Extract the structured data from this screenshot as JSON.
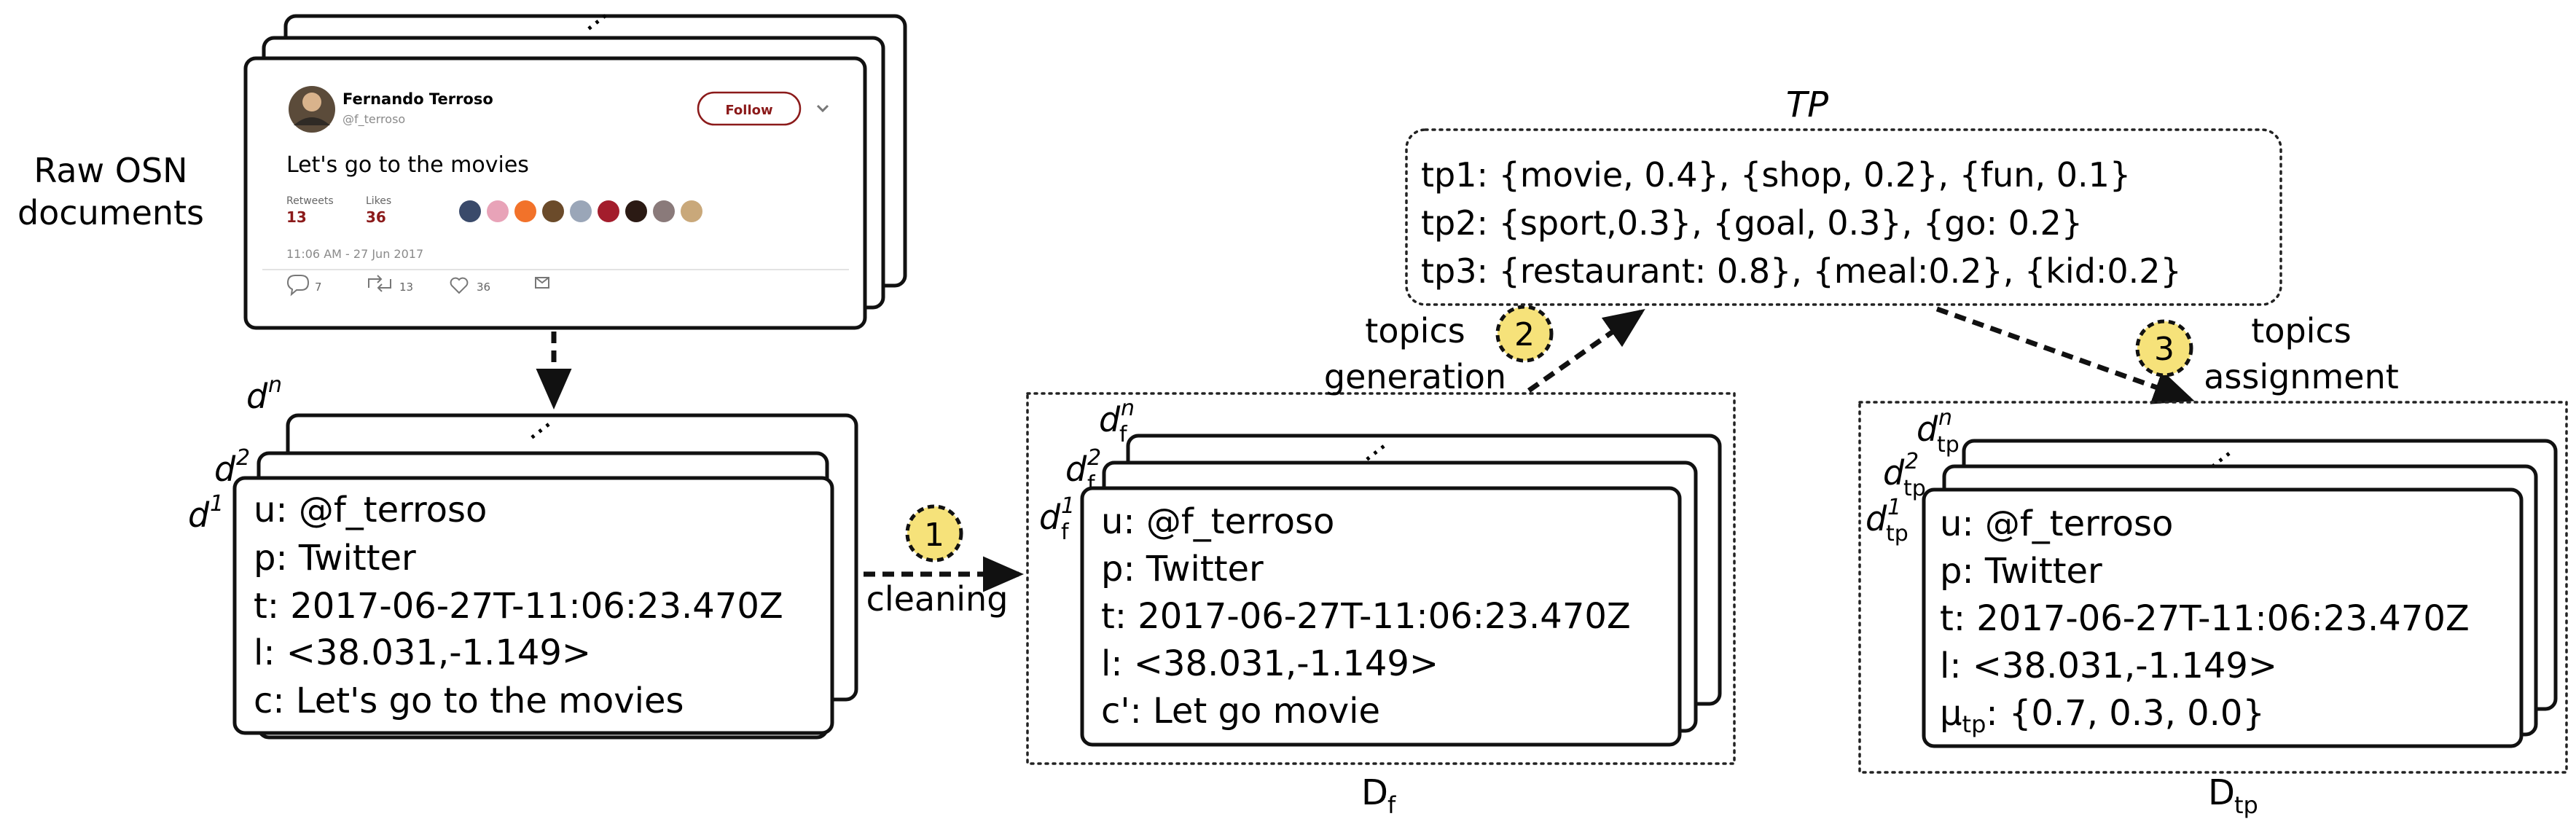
{
  "left": {
    "raw_label_1": "Raw OSN",
    "raw_label_2": "documents",
    "tweet": {
      "name": "Fernando Terroso",
      "handle": "@f_terroso",
      "follow_label": "Follow",
      "text": "Let's go to the movies",
      "retweets_label": "Retweets",
      "retweets_count": "13",
      "likes_label": "Likes",
      "likes_count": "36",
      "timestamp": "11:06 AM - 27 Jun 2017",
      "reply_count": "7",
      "retweet_action_count": "13",
      "like_action_count": "36"
    },
    "labels": {
      "dn": "d",
      "dn_sup": "n",
      "d2": "d",
      "d2_sup": "2",
      "d1": "d",
      "d1_sup": "1"
    },
    "doc": {
      "u": "u: @f_terroso",
      "p": "p: Twitter",
      "t": "t: 2017-06-27T-11:06:23.470Z",
      "l": "l: <38.031,-1.149>",
      "c": "c: Let's go to the movies"
    }
  },
  "steps": {
    "s1_number": "1",
    "s1_label": "cleaning",
    "s2_number": "2",
    "s2_label_1": "topics",
    "s2_label_2": "generation",
    "s3_number": "3",
    "s3_label_1": "topics",
    "s3_label_2": "assignment"
  },
  "middle": {
    "labels": {
      "dn": "d",
      "dn_sup": "n",
      "dn_sub": "f",
      "d2": "d",
      "d2_sup": "2",
      "d2_sub": "f",
      "d1": "d",
      "d1_sup": "1",
      "d1_sub": "f"
    },
    "doc": {
      "u": "u: @f_terroso",
      "p": "p: Twitter",
      "t": "t: 2017-06-27T-11:06:23.470Z",
      "l": "l: <38.031,-1.149>",
      "c": "c': Let go movie"
    },
    "set_label": "D",
    "set_label_sub": "f"
  },
  "tp": {
    "title": "TP",
    "line1": "tp1: {movie, 0.4}, {shop, 0.2}, {fun, 0.1}",
    "line2": "tp2: {sport,0.3}, {goal, 0.3}, {go: 0.2}",
    "line3": "tp3: {restaurant: 0.8}, {meal:0.2}, {kid:0.2}"
  },
  "right": {
    "labels": {
      "dn": "d",
      "dn_sup": "n",
      "dn_sub": "tp",
      "d2": "d",
      "d2_sup": "2",
      "d2_sub": "tp",
      "d1": "d",
      "d1_sup": "1",
      "d1_sub": "tp"
    },
    "doc": {
      "u": "u: @f_terroso",
      "p": "p: Twitter",
      "t": "t: 2017-06-27T-11:06:23.470Z",
      "l": "l: <38.031,-1.149>",
      "mu_sym": "μ",
      "mu_sub": "tp",
      "mu_val": ": {0.7, 0.3, 0.0}"
    },
    "set_label": "D",
    "set_label_sub": "tp"
  },
  "ellipsis": "..."
}
